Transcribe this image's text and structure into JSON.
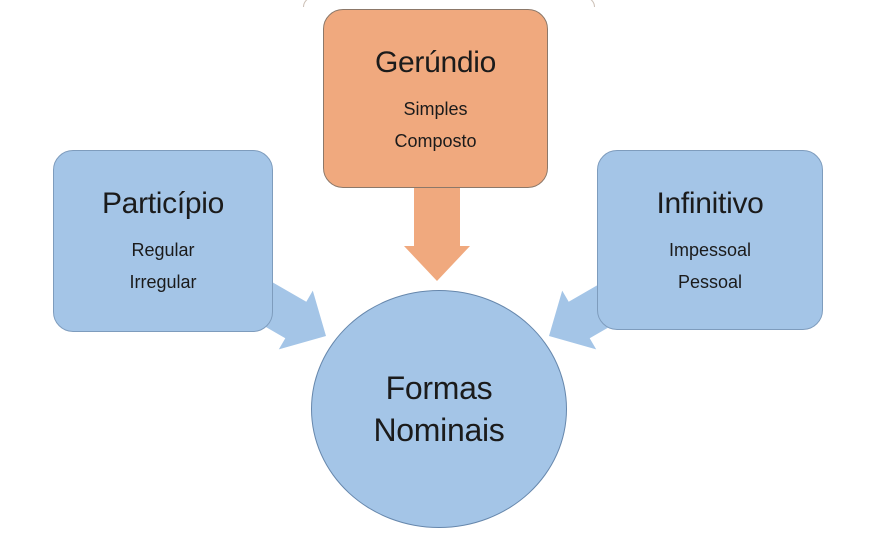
{
  "colors": {
    "orange_fill": "#F0A97E",
    "orange_border": "#8C7869",
    "blue_fill": "#A4C5E7",
    "blue_border": "#7E9CBD",
    "circle_border": "#6687AC",
    "text": "#1B1B1B"
  },
  "nodes": {
    "gerundio": {
      "title": "Gerúndio",
      "items": [
        "Simples",
        "Composto"
      ]
    },
    "participio": {
      "title": "Particípio",
      "items": [
        "Regular",
        "Irregular"
      ]
    },
    "infinitivo": {
      "title": "Infinitivo",
      "items": [
        "Impessoal",
        "Pessoal"
      ]
    }
  },
  "center": {
    "line1": "Formas",
    "line2": "Nominais"
  }
}
